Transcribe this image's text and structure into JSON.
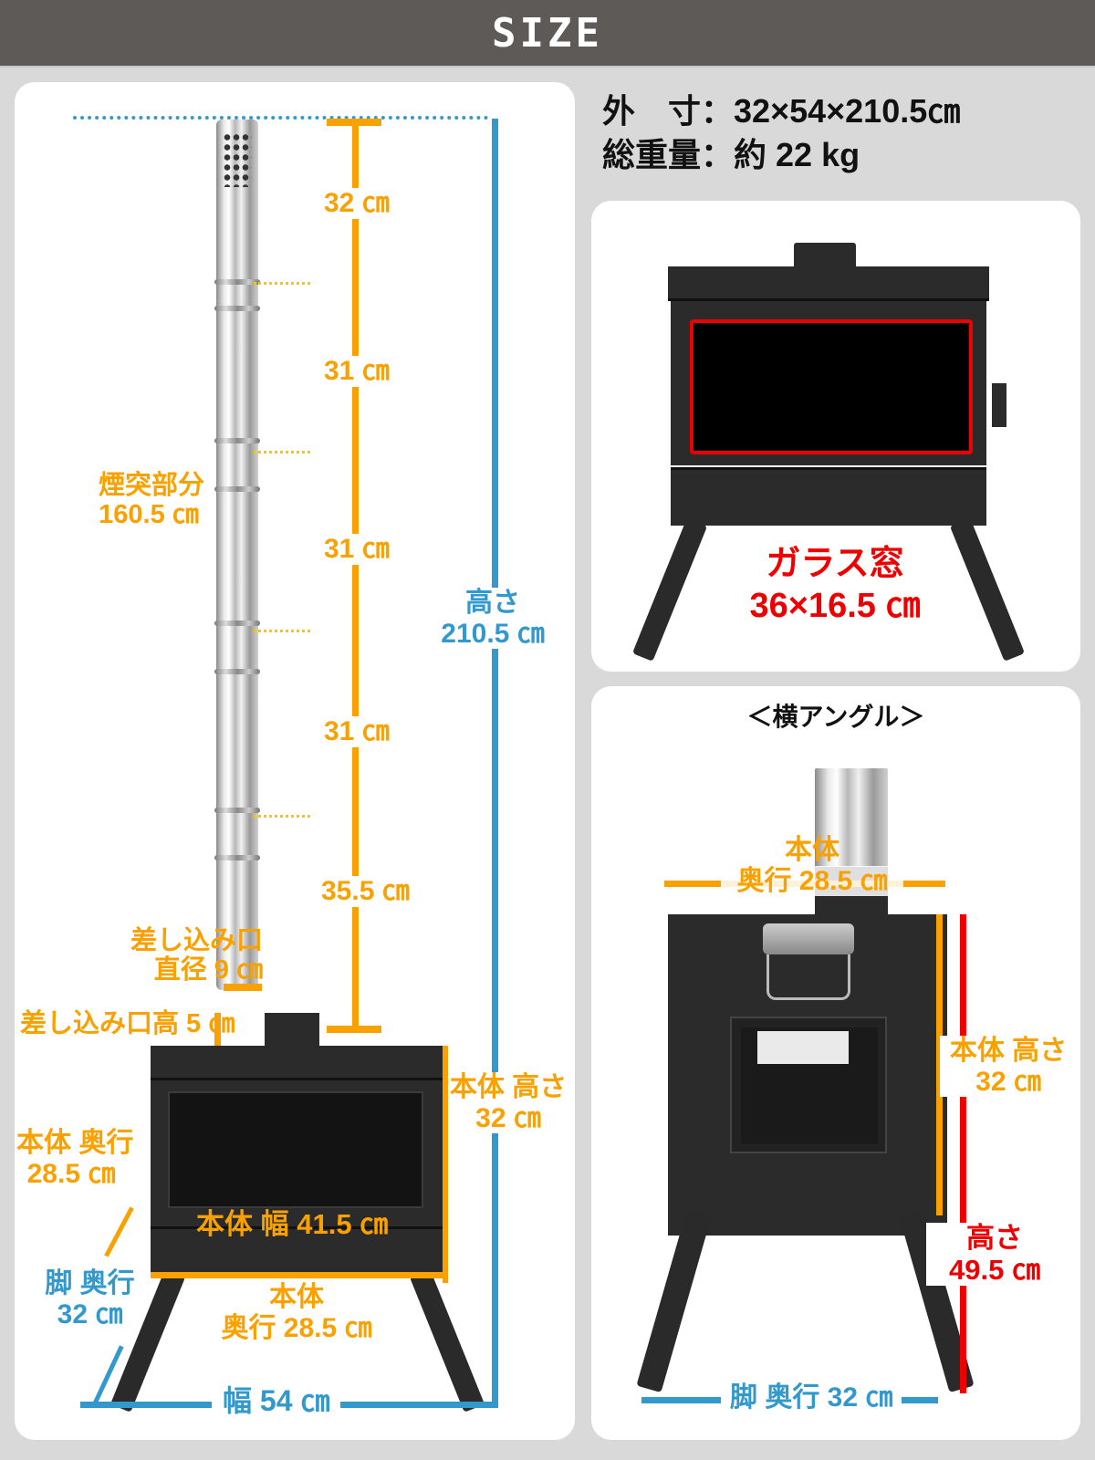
{
  "header": {
    "title": "SIZE"
  },
  "specs": {
    "dimensions_label": "外　寸",
    "dimensions_value": "32×54×210.5㎝",
    "weight_label": "総重量",
    "weight_value": "約 22 kg",
    "separator": "："
  },
  "main_diagram": {
    "chimney_segments": [
      {
        "label": "32 ㎝"
      },
      {
        "label": "31 ㎝"
      },
      {
        "label": "31 ㎝"
      },
      {
        "label": "31 ㎝"
      },
      {
        "label": "35.5 ㎝"
      }
    ],
    "chimney_total_title": "煙突部分",
    "chimney_total_value": "160.5 ㎝",
    "total_height_title": "高さ",
    "total_height_value": "210.5 ㎝",
    "inlet_diameter_title": "差し込み口",
    "inlet_diameter_value": "直径 9 ㎝",
    "inlet_height": "差し込み口高 5 ㎝",
    "body_height_title": "本体 高さ",
    "body_height_value": "32 ㎝",
    "body_depth_title": "本体 奥行",
    "body_depth_value": "28.5 ㎝",
    "body_width": "本体 幅 41.5 ㎝",
    "leg_depth_title": "脚 奥行",
    "leg_depth_value": "32 ㎝",
    "body_depth2_title": "本体",
    "body_depth2_value": "奥行 28.5 ㎝",
    "total_width": "幅 54 ㎝"
  },
  "front_panel": {
    "glass_title": "ガラス窓",
    "glass_value": "36×16.5 ㎝"
  },
  "side_panel": {
    "title": "＜横アングル＞",
    "body_depth_title": "本体",
    "body_depth_value": "奥行 28.5 ㎝",
    "body_height_title": "本体 高さ",
    "body_height_value": "32 ㎝",
    "height_title": "高さ",
    "height_value": "49.5 ㎝",
    "leg_depth": "脚 奥行 32 ㎝"
  },
  "colors": {
    "header_bg": "#5d5a58",
    "page_bg": "#d9d9d9",
    "orange": "#f9a100",
    "blue": "#3399cc",
    "red": "#ee0000"
  }
}
